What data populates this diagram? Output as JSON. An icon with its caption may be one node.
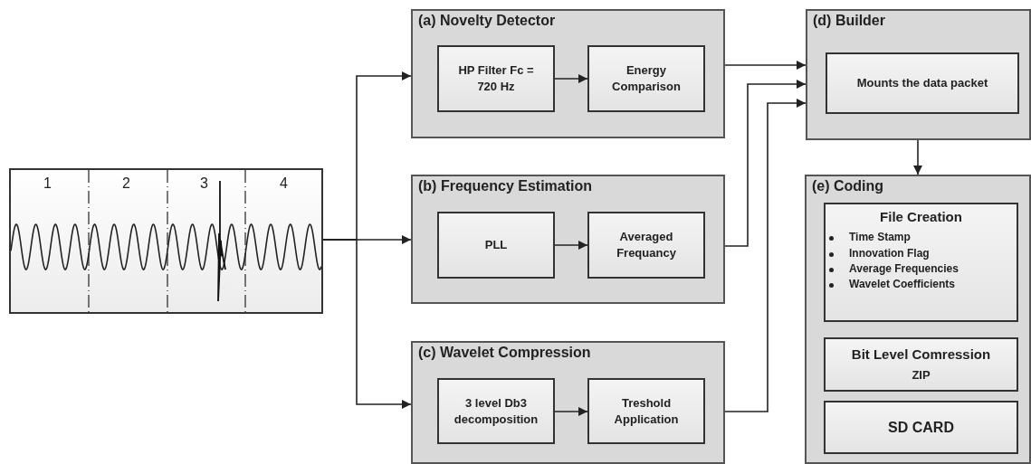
{
  "diagram": {
    "nodes": [
      {
        "text": [],
        "shape": "picture"
      },
      {
        "text": [
          "(a) Novelty Detector"
        ]
      },
      {
        "text": [
          "HP Filter Fc = 720 Hz"
        ],
        "in": 1
      },
      {
        "text": [
          "Energy Comparison"
        ],
        "in": 1
      },
      {
        "text": [
          "(b) Frequency Estimation"
        ]
      },
      {
        "text": [
          "PLL"
        ],
        "in": 4
      },
      {
        "text": [
          "Averaged Frequancy"
        ],
        "in": 4
      },
      {
        "text": [
          "(c) Wavelet Compression"
        ]
      },
      {
        "text": [
          "3 level Db3 decomposition"
        ],
        "in": 7
      },
      {
        "text": [
          "Treshold Application"
        ],
        "in": 7
      },
      {
        "text": [
          "(d) Builder"
        ]
      },
      {
        "text": [
          "Mounts the data packet"
        ],
        "in": 10
      },
      {
        "text": [
          "(e) Coding"
        ]
      },
      {
        "text": [
          "File Creation",
          "Time Stamp",
          "Innovation Flag",
          "Average Frequencies",
          "Wavelet Coefficients"
        ],
        "in": 12
      },
      {
        "text": [
          "Bit Level Comression",
          "ZIP"
        ],
        "in": 12
      },
      {
        "text": [
          "SD CARD"
        ],
        "in": 12
      }
    ],
    "edges": [
      {
        "from": 0,
        "to": 1,
        "arrow": "to"
      },
      {
        "from": 0,
        "to": 4,
        "arrow": "to"
      },
      {
        "from": 0,
        "to": 7,
        "arrow": "to"
      },
      {
        "from": 2,
        "to": 3,
        "arrow": "to"
      },
      {
        "from": 5,
        "to": 6,
        "arrow": "to"
      },
      {
        "from": 8,
        "to": 9,
        "arrow": "to"
      },
      {
        "from": 1,
        "to": 10,
        "arrow": "to"
      },
      {
        "from": 4,
        "to": 10,
        "arrow": "to"
      },
      {
        "from": 7,
        "to": 10,
        "arrow": "to"
      },
      {
        "from": 10,
        "to": 12,
        "arrow": "to"
      }
    ],
    "labels": [
      "1",
      "2",
      "3",
      "4"
    ]
  }
}
